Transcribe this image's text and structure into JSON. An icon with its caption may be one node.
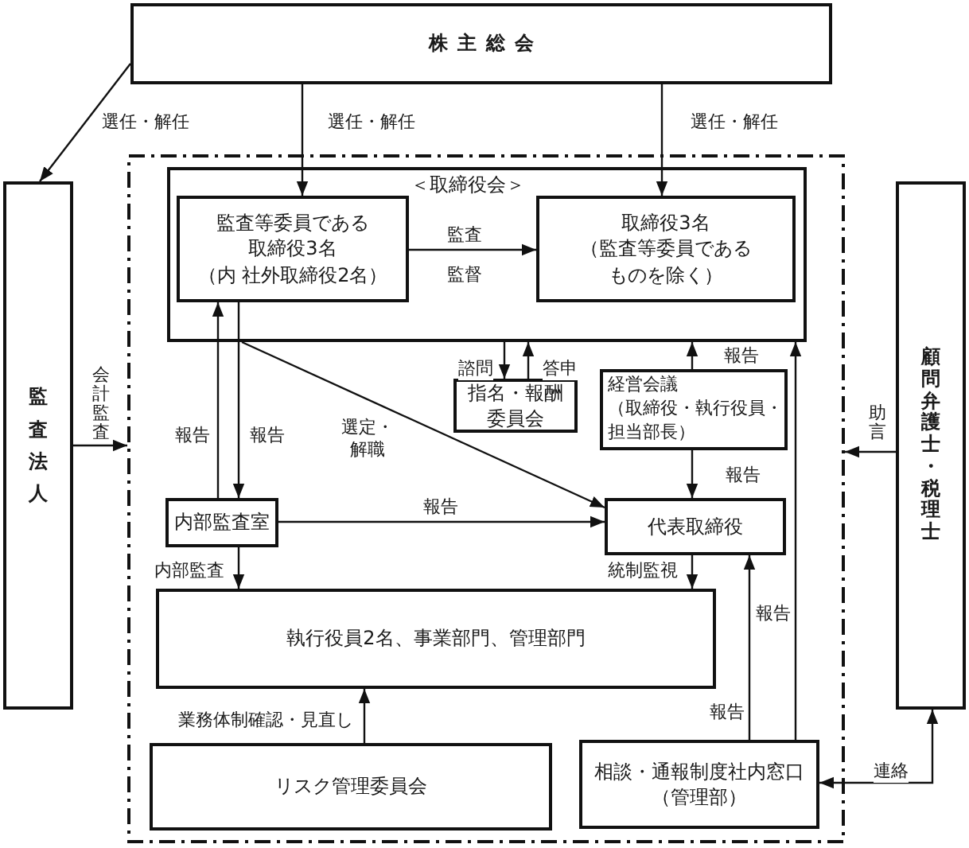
{
  "diagram": {
    "nodes": [
      {
        "text": [
          "株主総会"
        ]
      },
      {
        "text": [],
        "shape": "box"
      },
      {
        "text": [
          "＜取締役会＞"
        ],
        "in": 1
      },
      {
        "text": [
          "監査等委員である取締役3名",
          "（内 社外取締役2名）"
        ],
        "in": 2
      },
      {
        "text": [
          "取締役3名",
          "（監査等委員であるものを除く）"
        ],
        "in": 2
      },
      {
        "text": [
          "監査法人"
        ]
      },
      {
        "text": [
          "顧問弁護士・税理士"
        ]
      },
      {
        "text": [
          "指名・報酬委員会"
        ],
        "in": 1
      },
      {
        "text": [
          "経営会議",
          "（取締役・執行役員・担当部長）"
        ],
        "in": 1
      },
      {
        "text": [
          "内部監査室"
        ],
        "in": 1
      },
      {
        "text": [
          "代表取締役"
        ],
        "in": 1
      },
      {
        "text": [
          "執行役員2名、事業部門、管理部門"
        ],
        "in": 1
      },
      {
        "text": [
          "リスク管理委員会"
        ],
        "in": 1
      },
      {
        "text": [
          "相談・通報制度社内窓口（管理部）"
        ],
        "in": 1
      }
    ],
    "edges": [
      {
        "from": 0,
        "to": 5,
        "arrow": "to",
        "label": "選任・解任"
      },
      {
        "from": 0,
        "to": 3,
        "arrow": "to",
        "label": "選任・解任"
      },
      {
        "from": 0,
        "to": 4,
        "arrow": "to",
        "label": "選任・解任"
      },
      {
        "from": 3,
        "to": 4,
        "arrow": "to",
        "label": "監査"
      },
      {
        "from": 2,
        "to": 7,
        "arrow": "to",
        "label": "諮問"
      },
      {
        "from": 7,
        "to": 2,
        "arrow": "to",
        "label": "答申"
      },
      {
        "from": 8,
        "to": 2,
        "arrow": "to",
        "label": "報告"
      },
      {
        "from": 8,
        "to": 10,
        "arrow": "to",
        "label": "報告"
      },
      {
        "from": 13,
        "to": 2,
        "arrow": "to",
        "label": "報告"
      },
      {
        "from": 13,
        "to": 10,
        "arrow": "to",
        "label": "報告"
      },
      {
        "from": 9,
        "to": 3,
        "arrow": "to",
        "label": "報告"
      },
      {
        "from": 3,
        "to": 9,
        "arrow": "to",
        "label": "報告"
      },
      {
        "from": 2,
        "to": 10,
        "arrow": "to",
        "label": "選定・解職"
      },
      {
        "from": 9,
        "to": 10,
        "arrow": "to",
        "label": "報告"
      },
      {
        "from": 9,
        "to": 11,
        "arrow": "to",
        "label": "内部監査"
      },
      {
        "from": 10,
        "to": 11,
        "arrow": "to",
        "label": "統制監視"
      },
      {
        "from": 12,
        "to": 11,
        "arrow": "to",
        "label": "業務体制確認・見直し"
      },
      {
        "from": 5,
        "to": 1,
        "arrow": "to",
        "label": "会計監査"
      },
      {
        "from": 6,
        "to": 1,
        "arrow": "to",
        "label": "助言"
      },
      {
        "from": 6,
        "to": 13,
        "arrow": "both",
        "label": "連絡"
      }
    ],
    "labels": [
      "監督"
    ]
  }
}
